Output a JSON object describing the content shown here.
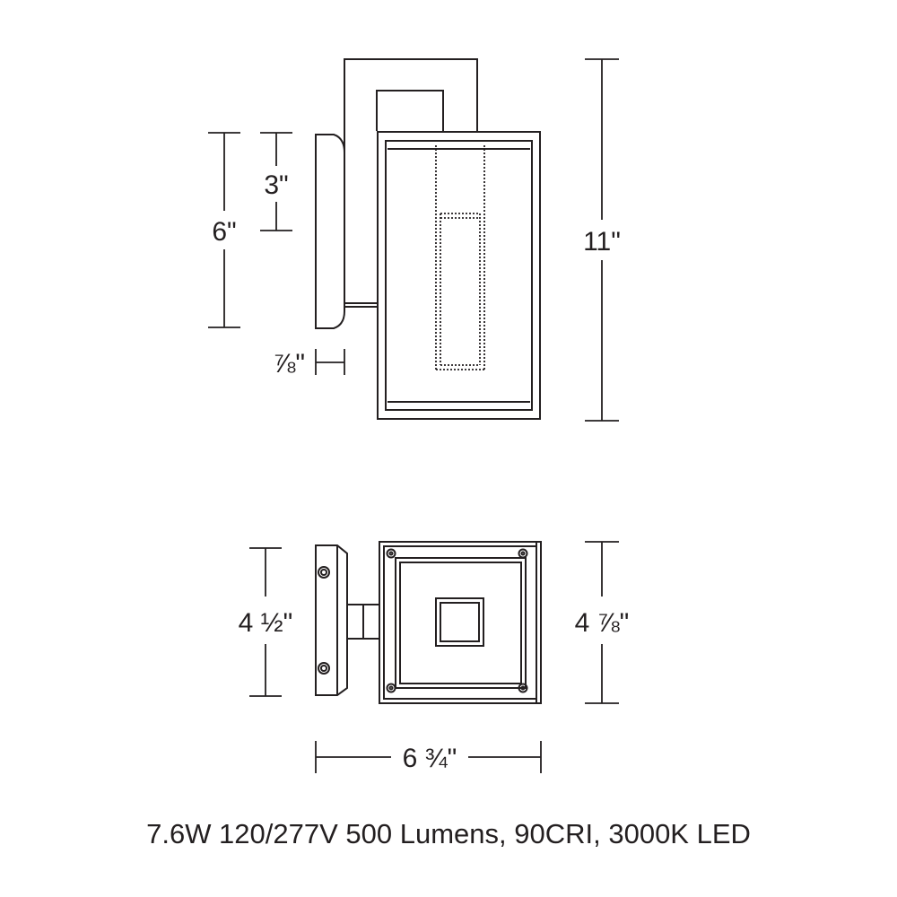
{
  "dimensions": {
    "upper_arm_height": "3\"",
    "backplate_height": "6\"",
    "overall_height": "11\"",
    "backplate_depth": "⅞\"",
    "backplate_width": "4 ½\"",
    "fixture_width": "4 ⅞\"",
    "overall_depth": "6 ¾\""
  },
  "spec_text": "7.6W 120/277V 500 Lumens, 90CRI, 3000K LED",
  "colors": {
    "line": "#231f20",
    "background": "#ffffff"
  }
}
